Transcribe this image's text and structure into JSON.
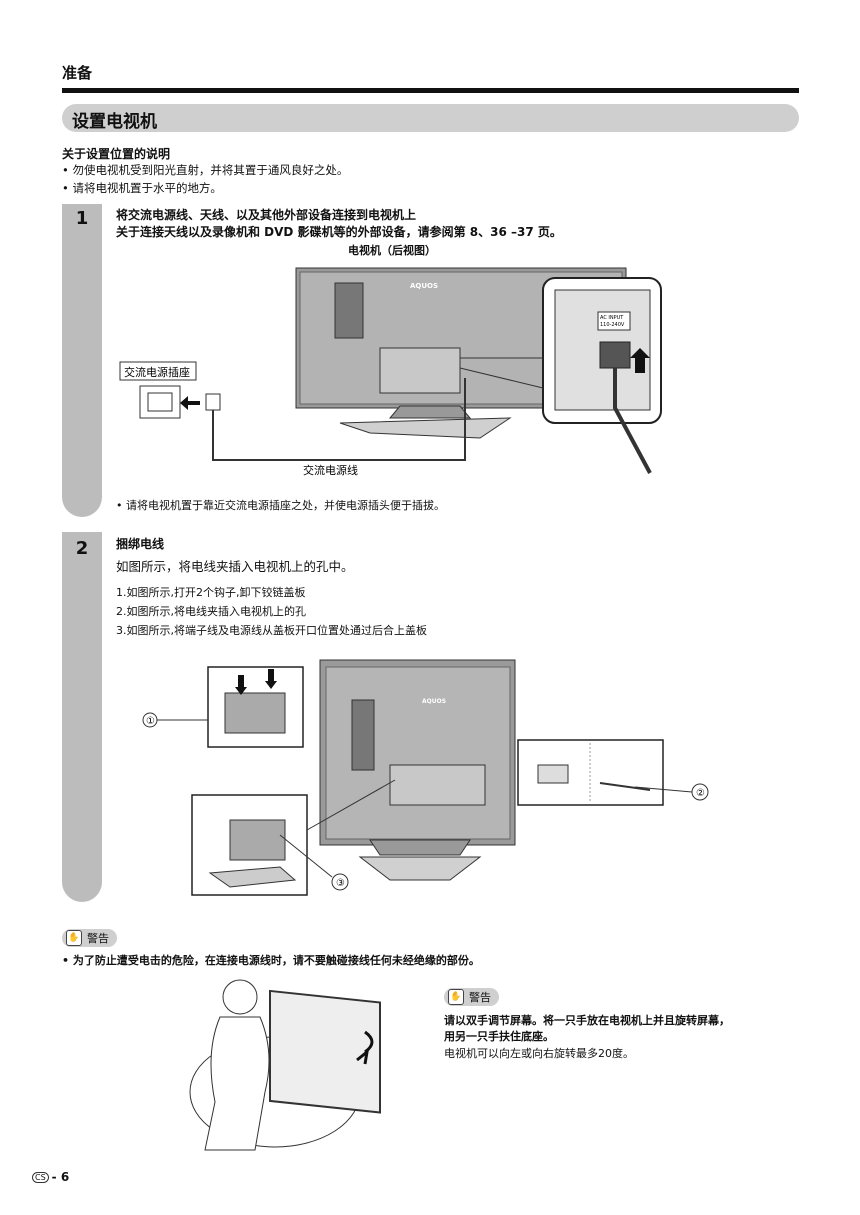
{
  "header": {
    "section": "准备"
  },
  "title": "设置电视机",
  "placement": {
    "heading": "关于设置位置的说明",
    "bullets": [
      "• 勿使电视机受到阳光直射，并将其置于通风良好之处。",
      "• 请将电视机置于水平的地方。"
    ]
  },
  "step1": {
    "number": "1",
    "line1": "将交流电源线、天线、以及其他外部设备连接到电视机上",
    "line2": "关于连接天线以及录像机和 DVD 影碟机等的外部设备，请参阅第 8、36 –37 页。",
    "figure_caption": "电视机（后视图）",
    "outlet_label": "交流电源插座",
    "cord_label": "交流电源线",
    "ac_input_label": "AC INPUT",
    "ac_input_voltage": "110-240V",
    "brand": "AQUOS",
    "note": "• 请将电视机置于靠近交流电源插座之处，并使电源插头便于插拔。"
  },
  "step2": {
    "number": "2",
    "heading": "捆绑电线",
    "intro": "如图所示，将电线夹插入电视机上的孔中。",
    "items": [
      "1.如图所示,打开2个钩子,卸下铰链盖板",
      "2.如图所示,将电线夹插入电视机上的孔",
      "3.如图所示,将端子线及电源线从盖板开口位置处通过后合上盖板"
    ],
    "callouts": [
      "①",
      "②",
      "③"
    ],
    "brand": "AQUOS"
  },
  "warning1": {
    "badge": "警告",
    "text": "• 为了防止遭受电击的危险，在连接电源线时，请不要触碰接线任何未经绝缘的部份。"
  },
  "warning2": {
    "badge": "警告",
    "line1": "请以双手调节屏幕。将一只手放在电视机上并且旋转屏幕，",
    "line2": "用另一只手扶住底座。",
    "line3": "电视机可以向左或向右旋转最多20度。"
  },
  "footer": {
    "lang": "CS",
    "page": "- 6"
  }
}
